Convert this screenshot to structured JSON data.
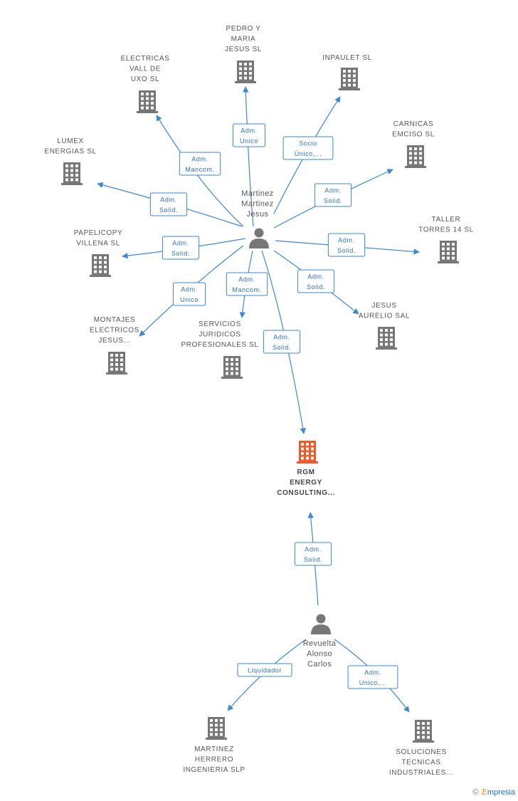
{
  "people": [
    {
      "id": "p1",
      "label_lines": [
        "Martinez",
        "Martinez",
        "Jesus"
      ]
    },
    {
      "id": "p2",
      "label_lines": [
        "Revuelta",
        "Alonso",
        "Carlos"
      ]
    }
  ],
  "main_company": {
    "label_lines": [
      "RGM",
      "ENERGY",
      "CONSULTING..."
    ]
  },
  "companies": [
    {
      "id": "c_pedro",
      "label_lines": [
        "PEDRO Y",
        "MARIA",
        "JESUS SL"
      ]
    },
    {
      "id": "c_electricas",
      "label_lines": [
        "ELECTRICAS",
        "VALL DE",
        "UXO SL"
      ]
    },
    {
      "id": "c_inpaulet",
      "label_lines": [
        "INPAULET  SL"
      ]
    },
    {
      "id": "c_carnicas",
      "label_lines": [
        "CARNICAS",
        "EMCISO SL"
      ]
    },
    {
      "id": "c_lumex",
      "label_lines": [
        "LUMEX",
        "ENERGIAS SL"
      ]
    },
    {
      "id": "c_taller",
      "label_lines": [
        "TALLER",
        "TORRES 14 SL"
      ]
    },
    {
      "id": "c_papelicopy",
      "label_lines": [
        "PAPELICOPY",
        "VILLENA  SL"
      ]
    },
    {
      "id": "c_montajes",
      "label_lines": [
        "MONTAJES",
        "ELECTRICOS",
        "JESUS..."
      ]
    },
    {
      "id": "c_servicios",
      "label_lines": [
        "SERVICIOS",
        "JURIDICOS",
        "PROFESIONALES SL"
      ]
    },
    {
      "id": "c_jesus",
      "label_lines": [
        "JESUS",
        "AURELIO SAL"
      ]
    },
    {
      "id": "c_martinez",
      "label_lines": [
        "MARTINEZ",
        "HERRERO",
        "INGENIERIA  SLP"
      ]
    },
    {
      "id": "c_soluciones",
      "label_lines": [
        "SOLUCIONES",
        "TECNICAS",
        "INDUSTRIALES..."
      ]
    }
  ],
  "relations": [
    {
      "from": "p1",
      "to": "c_pedro",
      "label_lines": [
        "Adm.",
        "Unico"
      ]
    },
    {
      "from": "p1",
      "to": "c_electricas",
      "label_lines": [
        "Adm.",
        "Mancom."
      ]
    },
    {
      "from": "p1",
      "to": "c_inpaulet",
      "label_lines": [
        "Socio",
        "Único,..."
      ]
    },
    {
      "from": "p1",
      "to": "c_carnicas",
      "label_lines": [
        "Adm.",
        "Solid."
      ]
    },
    {
      "from": "p1",
      "to": "c_lumex",
      "label_lines": [
        "Adm.",
        "Solid."
      ]
    },
    {
      "from": "p1",
      "to": "c_taller",
      "label_lines": [
        "Adm.",
        "Solid."
      ]
    },
    {
      "from": "p1",
      "to": "c_papelicopy",
      "label_lines": [
        "Adm.",
        "Solid."
      ]
    },
    {
      "from": "p1",
      "to": "c_montajes",
      "label_lines": [
        "Adm.",
        "Unico"
      ]
    },
    {
      "from": "p1",
      "to": "c_servicios",
      "label_lines": [
        "Adm.",
        "Mancom."
      ]
    },
    {
      "from": "p1",
      "to": "c_jesus",
      "label_lines": [
        "Adm.",
        "Solid."
      ]
    },
    {
      "from": "p1",
      "to": "main",
      "label_lines": [
        "Adm.",
        "Solid."
      ]
    },
    {
      "from": "p2",
      "to": "main",
      "label_lines": [
        "Adm.",
        "Solid."
      ]
    },
    {
      "from": "p2",
      "to": "c_martinez",
      "label_lines": [
        "Liquidador"
      ]
    },
    {
      "from": "p2",
      "to": "c_soluciones",
      "label_lines": [
        "Adm.",
        "Unico,..."
      ]
    }
  ],
  "colors": {
    "edge": "#3d87d6",
    "company": "#777777",
    "main_company": "#f05a28",
    "person": "#777777"
  },
  "footer": {
    "copyright": "©",
    "brand_initial": "E",
    "brand_rest": "mpresia"
  }
}
